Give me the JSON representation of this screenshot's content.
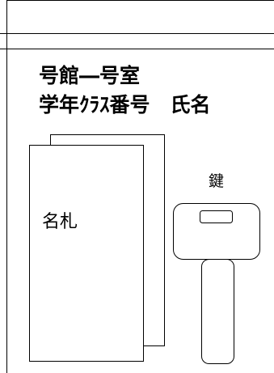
{
  "labels": {
    "room": "号館―号室",
    "class_and_name": "学年ｸﾗｽ番号　氏名",
    "nameplate": "名札",
    "key": "鍵"
  },
  "colors": {
    "line": "#000000",
    "background": "#ffffff"
  }
}
